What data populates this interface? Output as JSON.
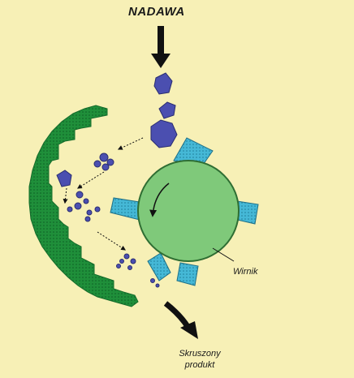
{
  "diagram": {
    "background": "#f7f0b6",
    "colors": {
      "liner": "#1f8f3a",
      "rotor": "#7fc97a",
      "hammers": "#45b8d6",
      "particles": "#4b4fb0",
      "arrows": "#111111"
    },
    "labels": {
      "feed": "NADAWA",
      "rotor": "Wirnik",
      "product_line1": "Skruszony",
      "product_line2": "produkt"
    },
    "icons": {
      "rotation": "curved-arrow-icon",
      "feed_arrow": "down-arrow-icon",
      "output_arrow": "curved-arrow-icon"
    }
  }
}
